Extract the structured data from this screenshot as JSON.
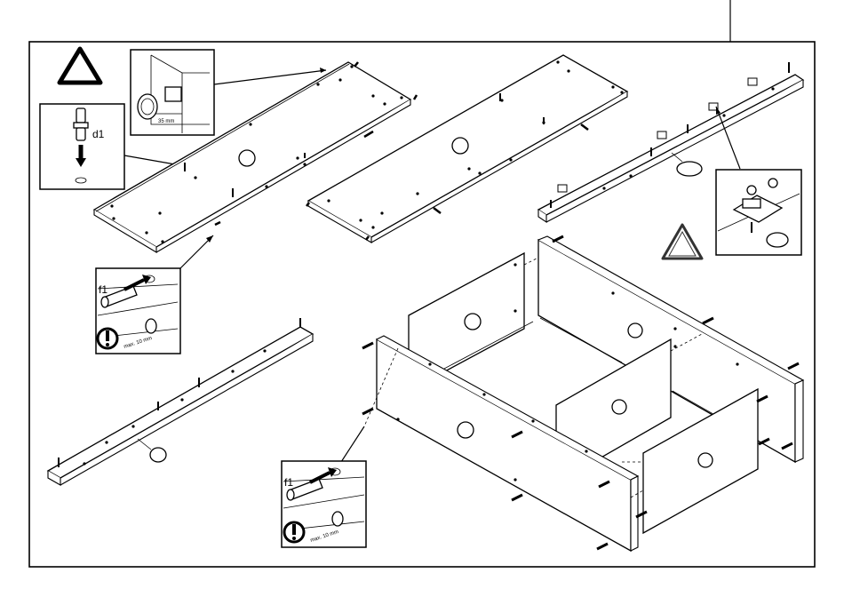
{
  "labels": {
    "dowel_d1": "d1",
    "dowel_f1_top": "f1",
    "dowel_f1_bottom": "f1",
    "depth_top": "35 mm",
    "depth_f1_top": "max. 10 mm",
    "depth_f1_bottom": "max. 10 mm"
  },
  "colors": {
    "line": "#000000",
    "panel_fill": "#ffffff",
    "warning_triangle": "#333333"
  },
  "icons": [
    "warning-triangle-icon",
    "warning-triangle-outline-icon",
    "caution-exclamation-icon"
  ]
}
